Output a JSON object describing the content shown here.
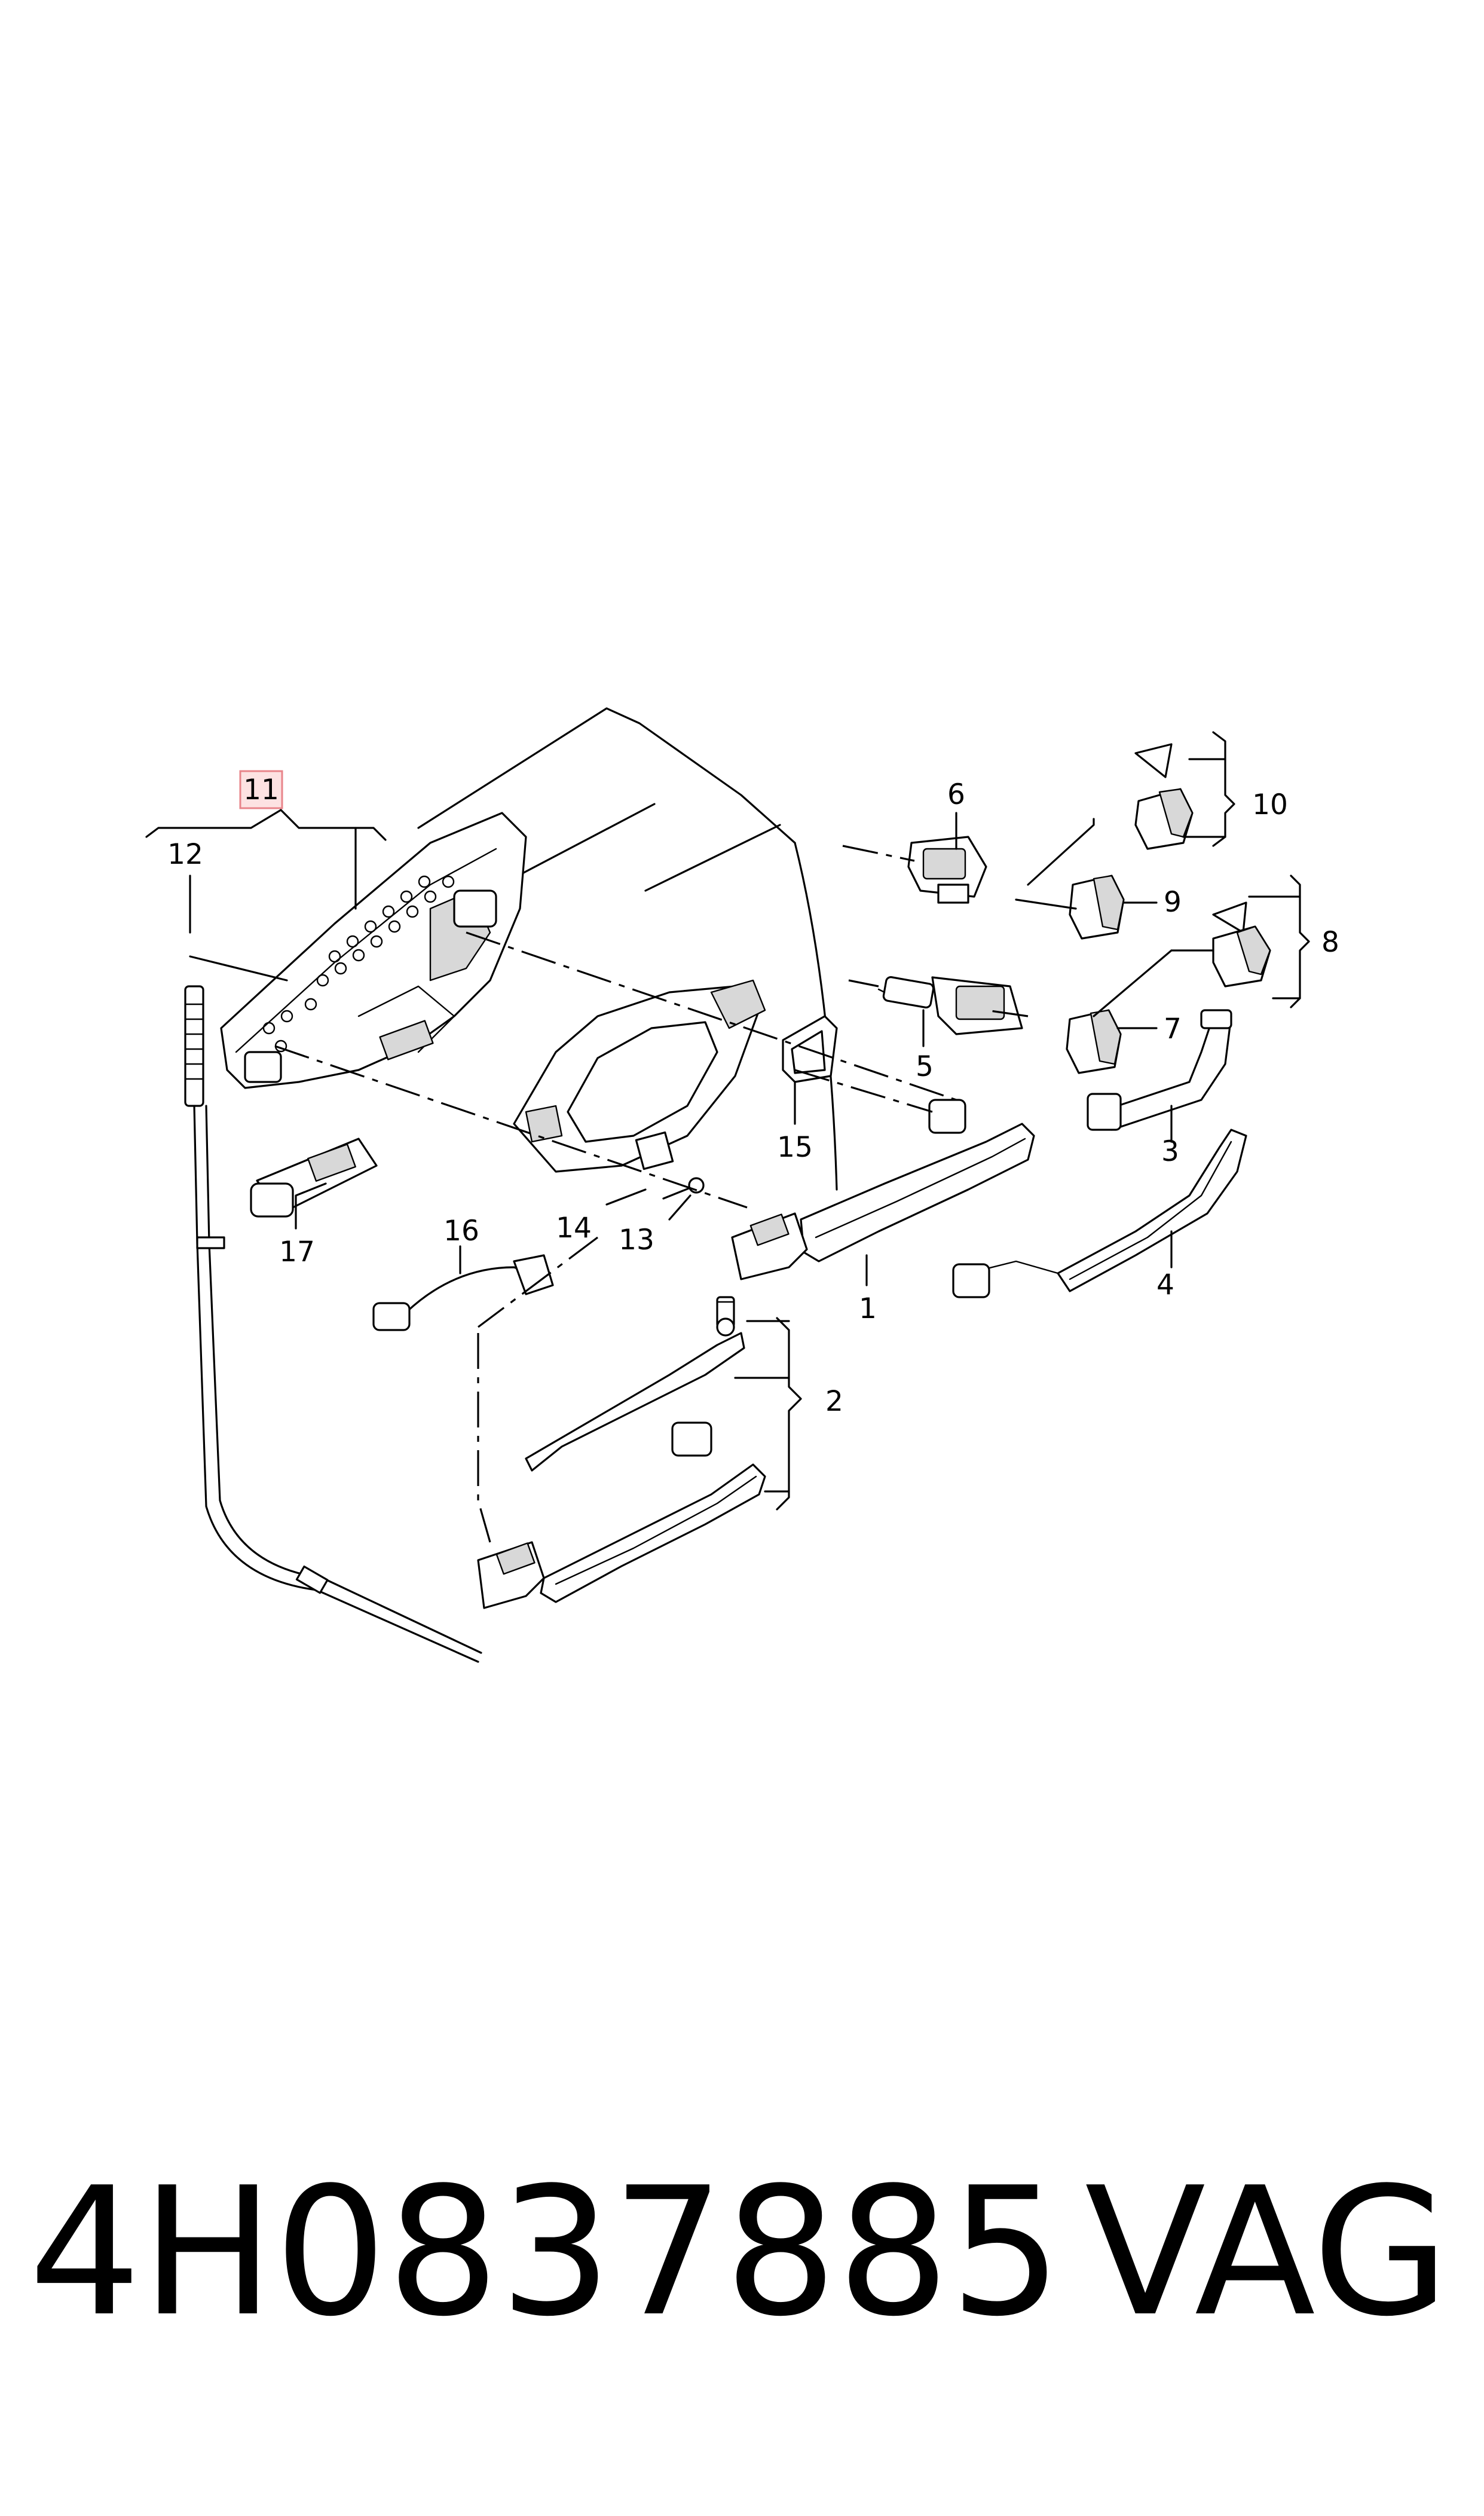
{
  "diagram": {
    "highlighted_callout": "11",
    "callouts": {
      "c1": "1",
      "c2": "2",
      "c3": "3",
      "c4": "4",
      "c5": "5",
      "c6": "6",
      "c7": "7",
      "c8": "8",
      "c9": "9",
      "c10": "10",
      "c11": "11",
      "c12": "12",
      "c13": "13",
      "c14": "14",
      "c15": "15",
      "c16": "16",
      "c17": "17"
    },
    "highlight_color": "#fde2e2"
  },
  "footer": {
    "part_number": "4H0837885",
    "brand": "VAG"
  }
}
